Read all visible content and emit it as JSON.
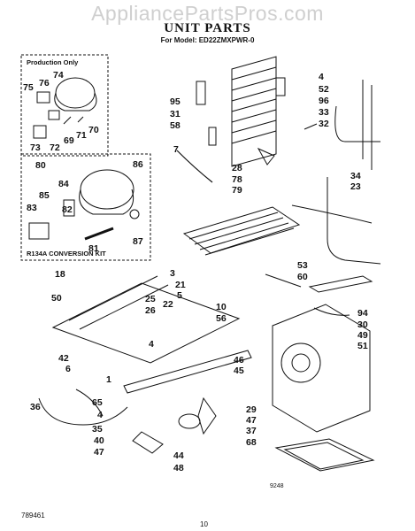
{
  "watermark": "AppliancePartsPros.com",
  "title": "UNIT PARTS",
  "model_line": "For Model: ED22ZMXPWR-0",
  "production_box_label": "Production Only",
  "conversion_kit_label": "R134A CONVERSION KIT",
  "figure_code": "9248",
  "footer_left": "789461",
  "footer_page": "10",
  "callouts": [
    "74",
    "76",
    "75",
    "70",
    "71",
    "69",
    "73",
    "72",
    "80",
    "86",
    "84",
    "85",
    "83",
    "82",
    "81",
    "87",
    "95",
    "31",
    "58",
    "4",
    "52",
    "96",
    "33",
    "32",
    "7",
    "28",
    "78",
    "79",
    "34",
    "23",
    "18",
    "3",
    "21",
    "53",
    "60",
    "50",
    "5",
    "25",
    "26",
    "22",
    "10",
    "56",
    "94",
    "30",
    "49",
    "51",
    "4",
    "42",
    "6",
    "46",
    "45",
    "1",
    "36",
    "65",
    "4",
    "35",
    "40",
    "47",
    "44",
    "48",
    "29",
    "47",
    "37",
    "68"
  ]
}
